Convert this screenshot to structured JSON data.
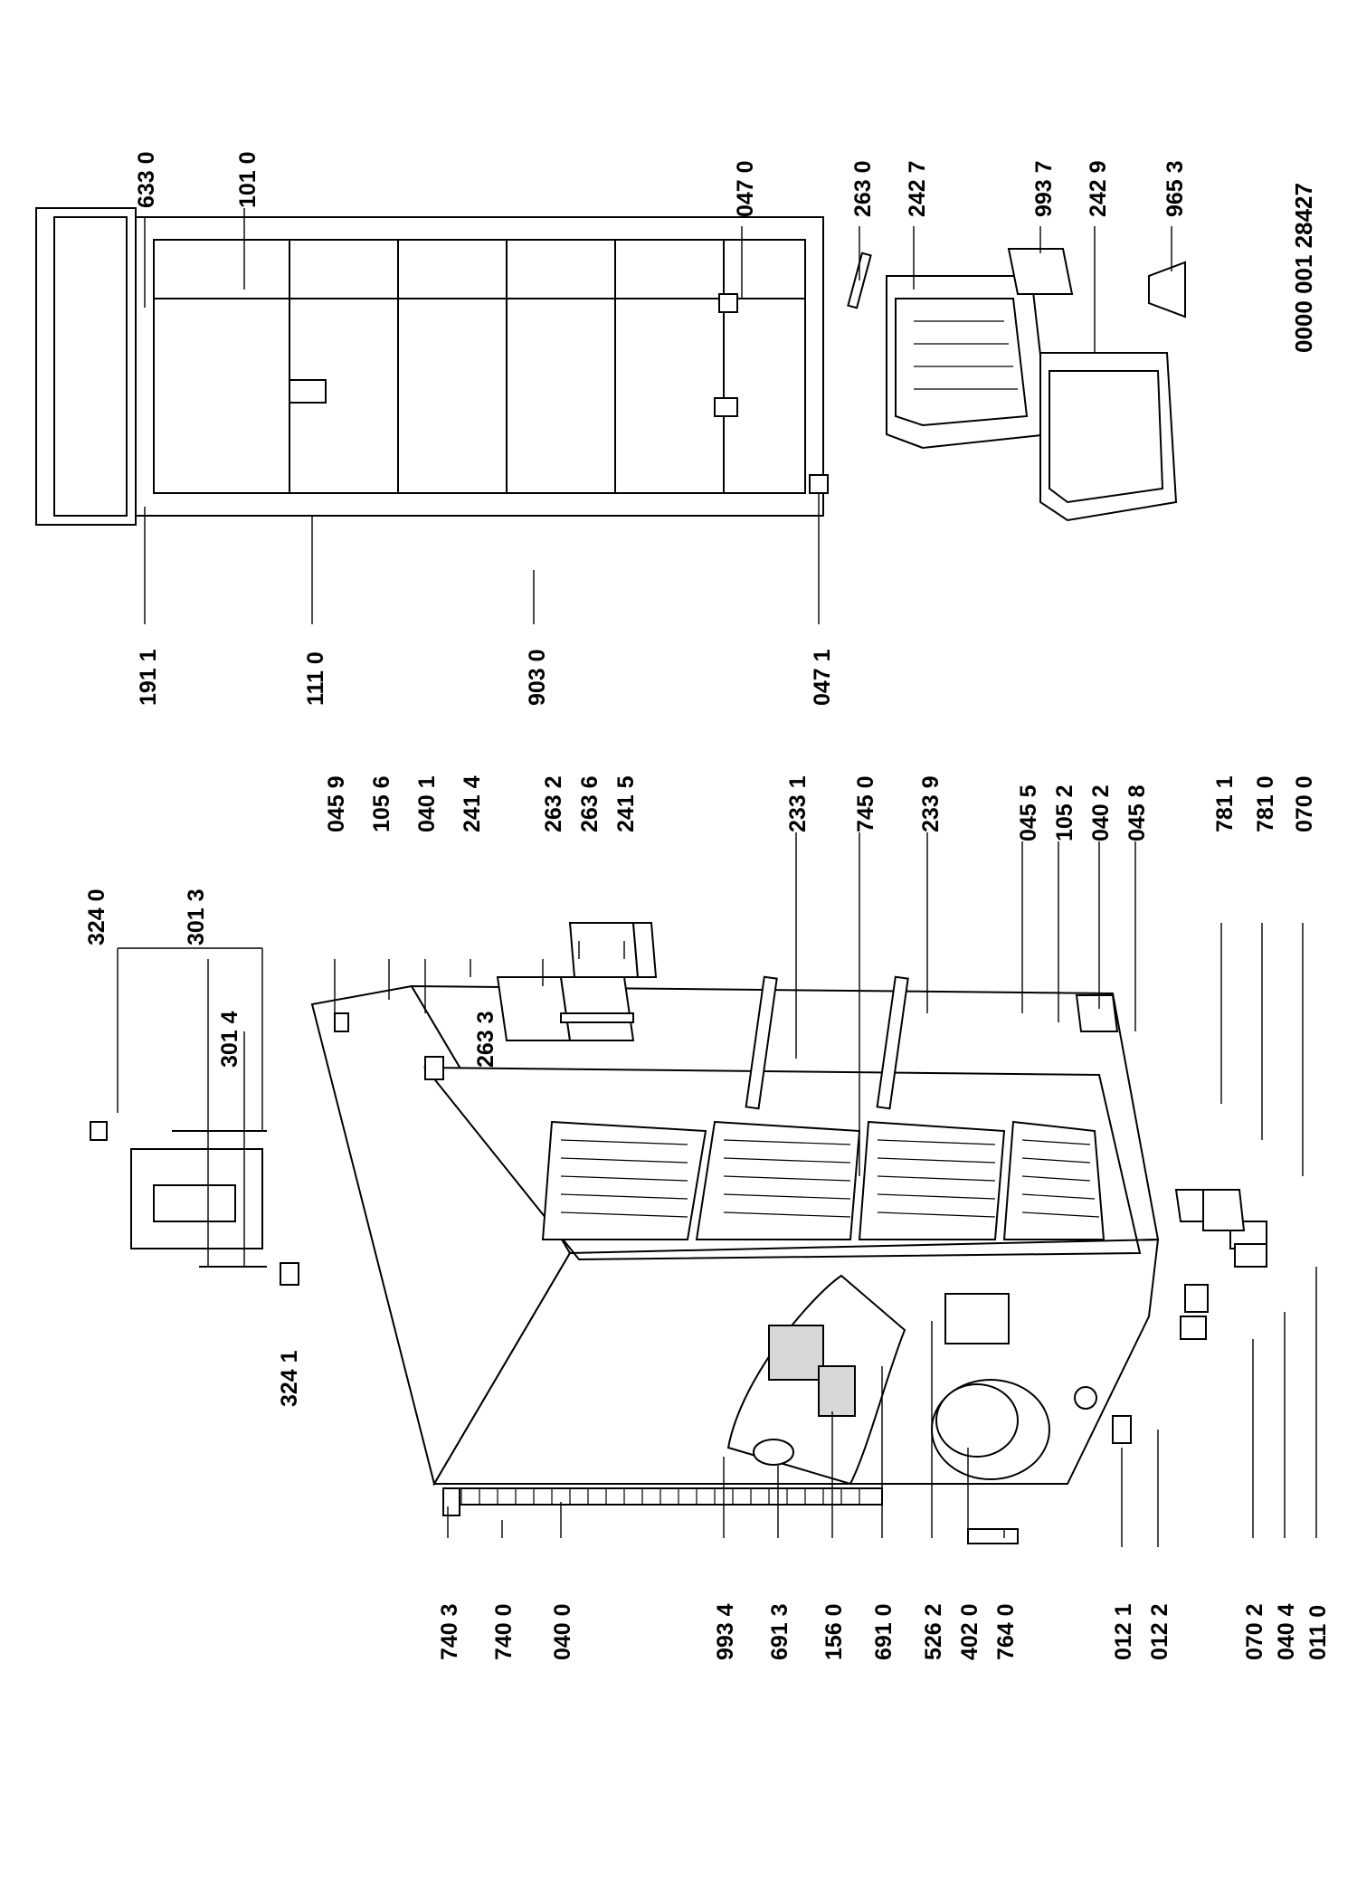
{
  "document_number": "0000 001 28427",
  "part_labels": {
    "p_324_0": "324 0",
    "p_301_3": "301 3",
    "p_301_4": "301 4",
    "p_324_1": "324 1",
    "p_045_9": "045 9",
    "p_105_6": "105 6",
    "p_040_1": "040 1",
    "p_241_4": "241 4",
    "p_263_2": "263 2",
    "p_263_6": "263 6",
    "p_241_5": "241 5",
    "p_263_3": "263 3",
    "p_233_1": "233 1",
    "p_745_0": "745 0",
    "p_233_9": "233 9",
    "p_045_5": "045 5",
    "p_105_2": "105 2",
    "p_040_2": "040 2",
    "p_045_8": "045 8",
    "p_781_1": "781 1",
    "p_781_0": "781 0",
    "p_070_0": "070 0",
    "p_740_3": "740 3",
    "p_740_0": "740 0",
    "p_040_0": "040 0",
    "p_993_4": "993 4",
    "p_691_3": "691 3",
    "p_156_0": "156 0",
    "p_691_0": "691 0",
    "p_526_2": "526 2",
    "p_402_0": "402 0",
    "p_764_0": "764 0",
    "p_012_1": "012 1",
    "p_012_2": "012 2",
    "p_070_2": "070 2",
    "p_040_4": "040 4",
    "p_011_0": "011 0",
    "p_633_0": "633 0",
    "p_101_0": "101 0",
    "p_047_0": "047 0",
    "p_263_0": "263 0",
    "p_242_7": "242 7",
    "p_993_7": "993 7",
    "p_242_9": "242 9",
    "p_965_3": "965 3",
    "p_191_1": "191 1",
    "p_111_0": "111 0",
    "p_903_0": "903 0",
    "p_047_1": "047 1"
  }
}
